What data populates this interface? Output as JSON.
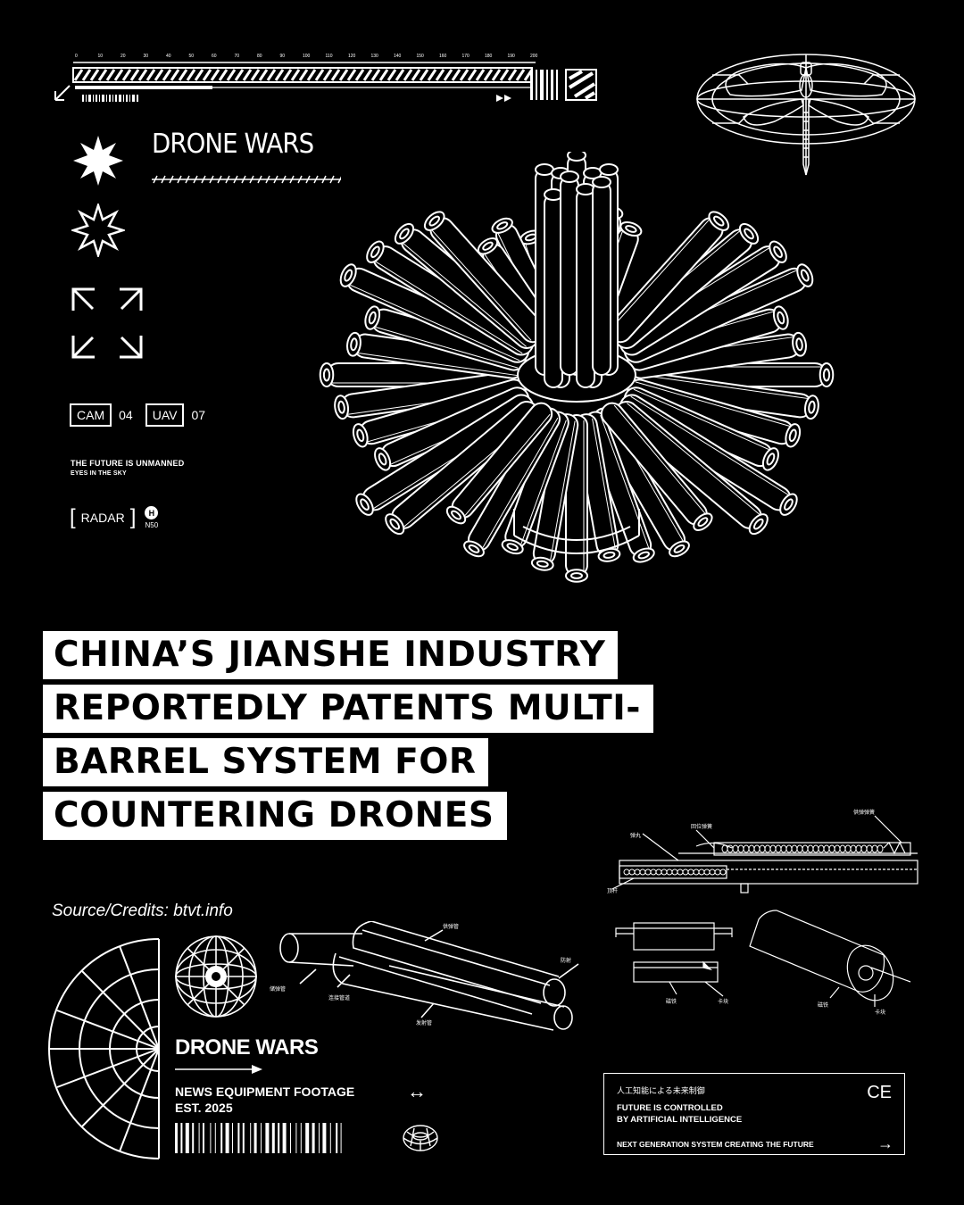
{
  "ruler": {
    "ticks": [
      "0",
      "10",
      "20",
      "30",
      "40",
      "50",
      "60",
      "70",
      "80",
      "90",
      "100",
      "110",
      "120",
      "130",
      "140",
      "150",
      "160",
      "170",
      "180",
      "190",
      "200"
    ]
  },
  "brand": {
    "top": "DRONE WARS",
    "bottom": "DRONE WARS"
  },
  "tags": {
    "cam": "CAM",
    "cam_num": "04",
    "uav": "UAV",
    "uav_num": "07",
    "radar": "RADAR",
    "h": "H",
    "n50": "N50"
  },
  "taglines": {
    "line1": "THE FUTURE IS UNMANNED",
    "line2": "EYES IN THE SKY"
  },
  "headline": {
    "lines": [
      "CHINA’S JIANSHE INDUSTRY",
      "REPORTEDLY PATENTS MULTI-",
      "BARREL SYSTEM FOR",
      "COUNTERING DRONES"
    ]
  },
  "source": "Source/Credits: btvt.info",
  "patent_labels": {
    "tl1": "弹丸",
    "tl2": "回位弹簧",
    "tl3": "供弹弹簧",
    "tl4": "顶杆",
    "mid1": "供弹管",
    "mid2": "储弹管",
    "mid3": "连接管道",
    "mid4": "发射管",
    "mid5": "防射",
    "r1": "磁铁",
    "r2": "卡块",
    "r3": "磁铁",
    "r4": "卡块"
  },
  "news": {
    "line1": "NEWS EQUIPMENT FOOTAGE",
    "line2": "EST. 2025",
    "arrows": "↔"
  },
  "info": {
    "cn": "人工知能による未来制御",
    "line1": "FUTURE IS CONTROLLED",
    "line2": "BY ARTIFICIAL INTELLIGENCE",
    "footer": "NEXT GENERATION SYSTEM CREATING THE FUTURE",
    "ce": "CE",
    "arrow": "→"
  }
}
